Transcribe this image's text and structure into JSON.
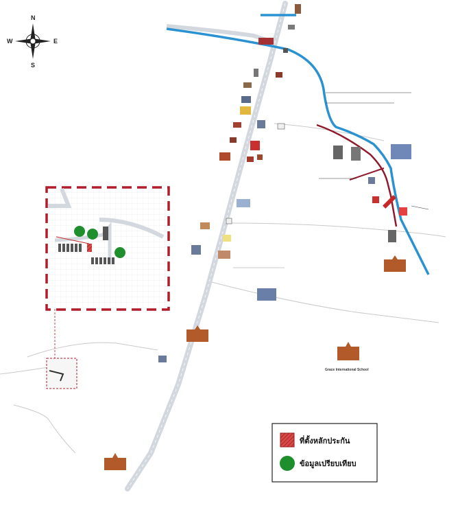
{
  "compass": {
    "north": "N",
    "east": "E",
    "south": "S",
    "west": "W"
  },
  "legend": {
    "items": [
      {
        "label": "ที่ตั้งหลักประกัน",
        "symbol": "red-hatched-square",
        "color": "#c62828"
      },
      {
        "label": "ข้อมูลเปรียบเทียบ",
        "symbol": "green-circle",
        "color": "#1f8f2e"
      }
    ]
  },
  "labels": {
    "school": "Grace International School"
  },
  "colors": {
    "road": "#d9dde2",
    "canal": "#2a92d0",
    "rail": "#8e1a2b",
    "subject": "#c62828",
    "comparable": "#1f8f2e"
  }
}
